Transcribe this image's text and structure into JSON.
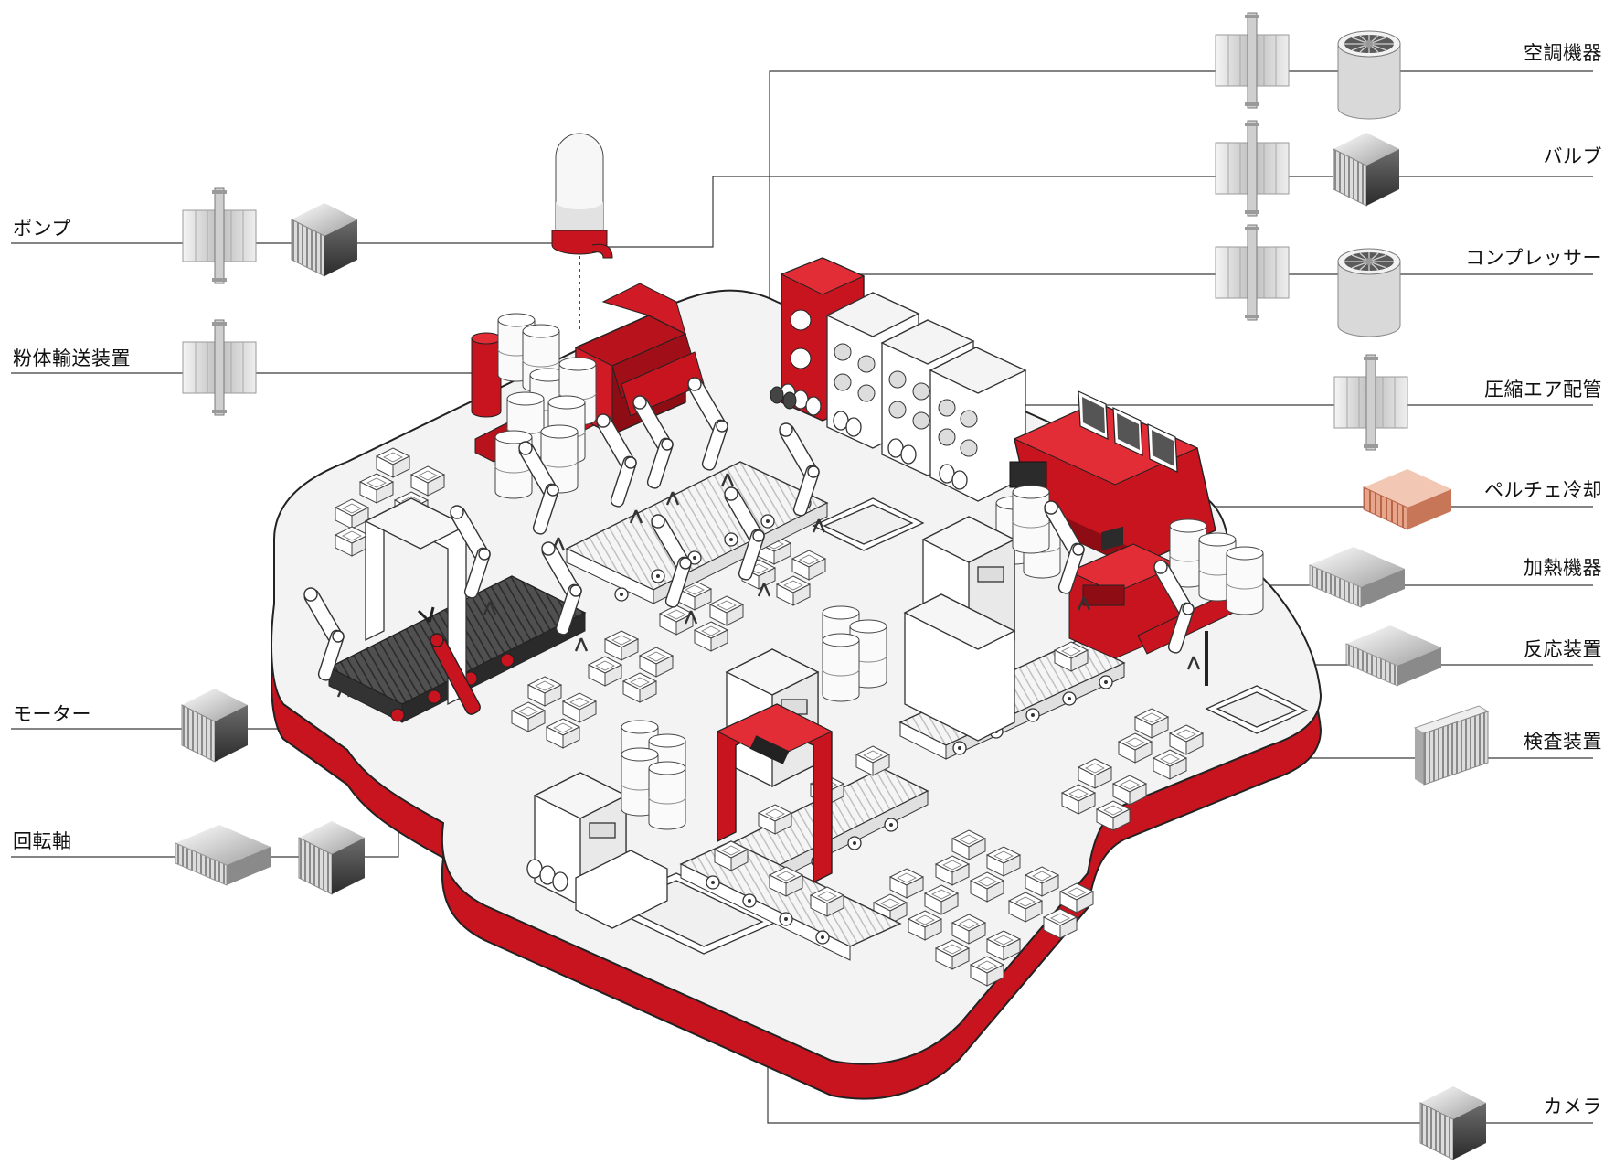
{
  "colors": {
    "accent_red": "#c0141e",
    "dark_red": "#8c0d14",
    "floor": "#f3f3f3",
    "line": "#333333",
    "copper": "#d9876a",
    "belt_dark": "#4a4a4a"
  },
  "labels": {
    "left": {
      "pump": "ポンプ",
      "powder_transport": "粉体輸送装置",
      "motor": "モーター",
      "rotating_shaft": "回転軸"
    },
    "right": {
      "air_conditioner": "空調機器",
      "valve": "バルブ",
      "compressor": "コンプレッサー",
      "compressed_air_piping": "圧縮エア配管",
      "peltier_cooling": "ペルチェ冷却",
      "heating_equipment": "加熱機器",
      "reactor": "反応装置",
      "inspection_device": "検査装置",
      "camera": "カメラ"
    }
  },
  "icons": {
    "valve_fitting": "finned-pipe-icon",
    "heatsink": "heatsink-icon",
    "fan": "radial-fan-icon",
    "copper_fin": "copper-fin-icon"
  }
}
